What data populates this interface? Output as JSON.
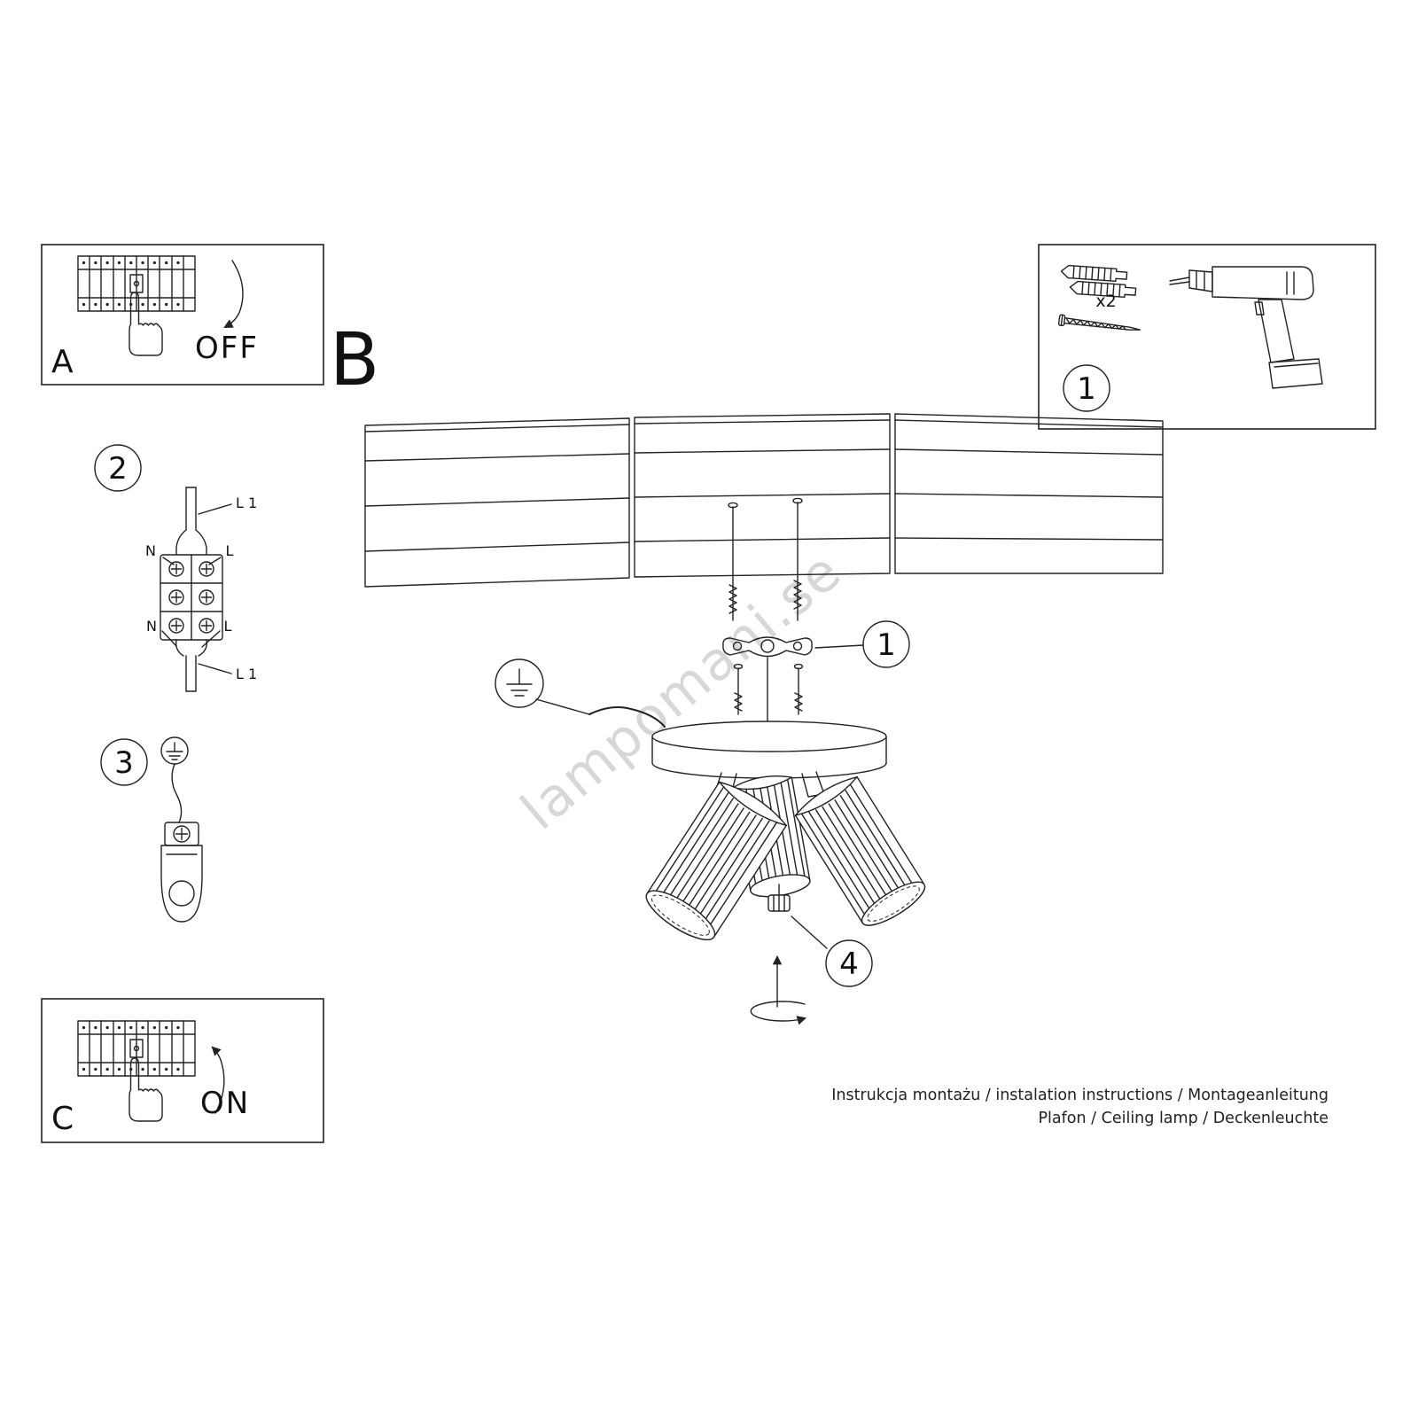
{
  "sheet": {
    "watermark": "lampomani.se",
    "footer": {
      "line1": "Instrukcja montażu / instalation instructions / Montageanleitung",
      "line2": "Plafon / Ceiling lamp / Deckenleuchte"
    }
  },
  "sections": {
    "a": "A",
    "b": "B",
    "c": "C",
    "off": "OFF",
    "on": "ON"
  },
  "steps": {
    "s1": "1",
    "s2": "2",
    "s3": "3",
    "s4": "4"
  },
  "parts": {
    "dowel_qty": "x2"
  },
  "wiring": {
    "top_cable": "L 1",
    "top_left": "N",
    "top_right": "L",
    "bottom_left": "N",
    "bottom_right": "L",
    "bottom_cable": "L 1"
  }
}
